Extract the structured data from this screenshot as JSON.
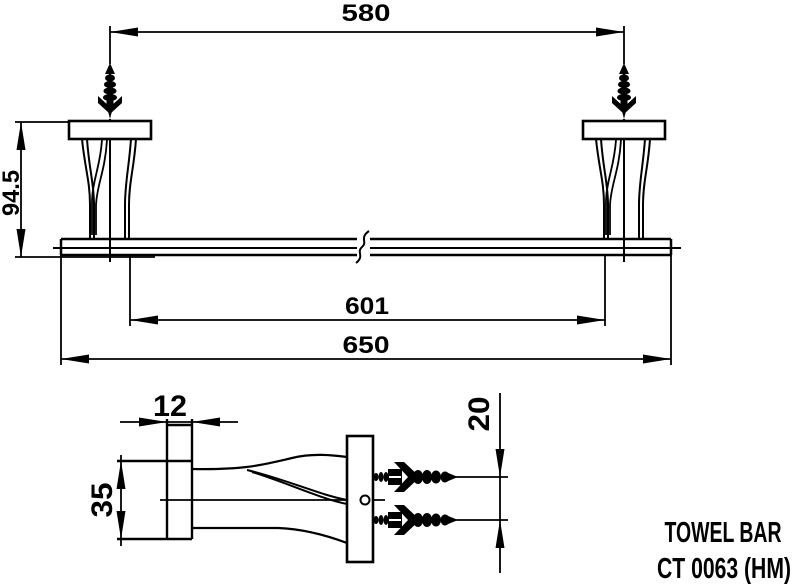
{
  "title_block": {
    "product_name": "TOWEL BAR",
    "model_code": "CT 0063 (HM)"
  },
  "front_view": {
    "description": "front elevation of towel bar with two wall brackets and wall plugs",
    "dimensions": {
      "mounting_span": "580",
      "bracket_height": "94.5",
      "inner_span": "601",
      "overall_length": "650"
    }
  },
  "side_view": {
    "description": "side section of bracket, wall plate and two expansion anchors",
    "dimensions": {
      "post_thickness": "12",
      "end_height": "35",
      "screw_spacing": "20"
    }
  },
  "colors": {
    "line": "#000000",
    "background": "#ffffff"
  }
}
